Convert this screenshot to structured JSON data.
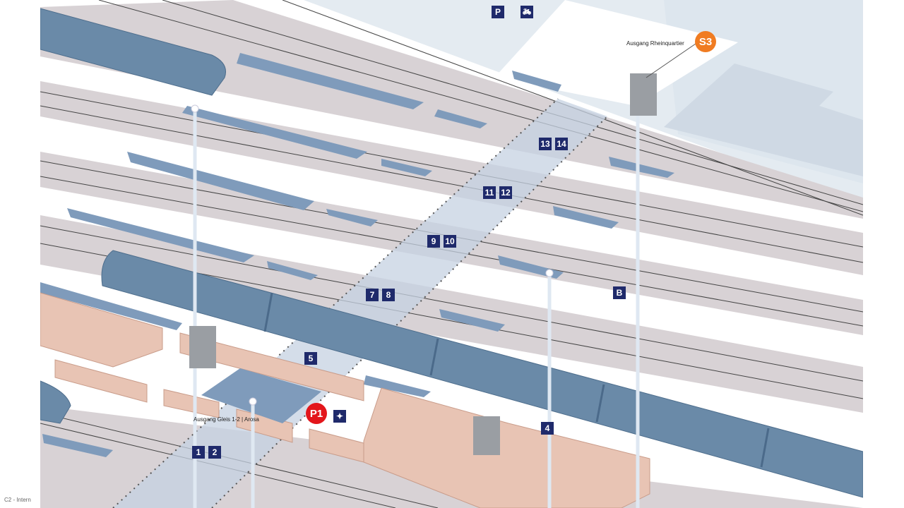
{
  "map": {
    "exits": [
      {
        "label": "Ausgang Rheinquartier",
        "line": "S3"
      },
      {
        "label": "Ausgang Gleis 1-2 | Arosa",
        "line": "P1"
      }
    ],
    "platform_badges": [
      "1",
      "2",
      "4",
      "5",
      "7",
      "8",
      "9",
      "10",
      "11",
      "12",
      "13",
      "14"
    ],
    "service_badges": {
      "parking": "P",
      "bus": "B"
    },
    "icons": [
      "parking-icon",
      "bike-parking-icon",
      "meeting-point-icon"
    ],
    "colors": {
      "s_bahn": "#f07c22",
      "p1": "#e3161b",
      "badge": "#1f2a6b",
      "train": "#6a8aa8",
      "building": "#e8c4b4",
      "track_band": "#d8d2d5"
    }
  },
  "footer": {
    "classification": "C2 - Intern"
  }
}
